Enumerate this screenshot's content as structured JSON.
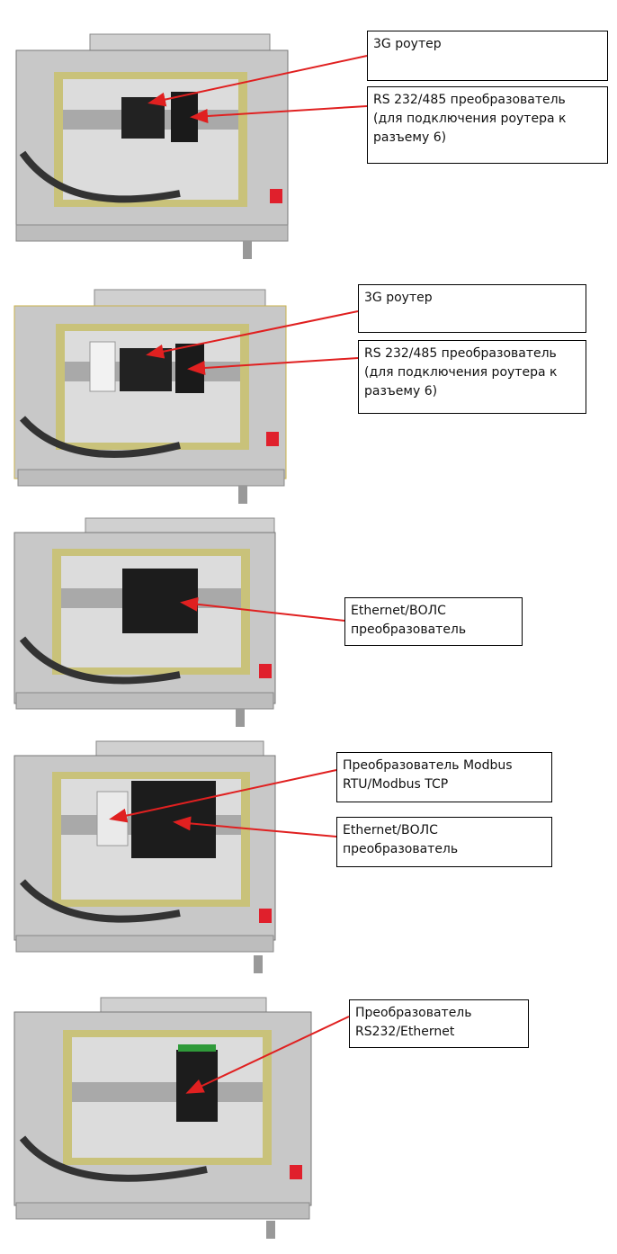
{
  "panels": [
    {
      "callouts": [
        {
          "text": "3G роутер"
        },
        {
          "text": "RS 232/485 преобразователь\n(для подключения роутера к\nразъему 6)"
        }
      ]
    },
    {
      "callouts": [
        {
          "text": "3G роутер"
        },
        {
          "text": "RS 232/485 преобразователь\n(для подключения роутера к\nразъему 6)"
        }
      ]
    },
    {
      "callouts": [
        {
          "text": "Ethernet/ВОЛС\nпреобразователь"
        }
      ]
    },
    {
      "callouts": [
        {
          "text": "Преобразователь Modbus\nRTU/Modbus TCP"
        },
        {
          "text": "Ethernet/ВОЛС\nпреобразователь"
        }
      ]
    },
    {
      "callouts": [
        {
          "text": "Преобразователь\nRS232/Ethernet"
        }
      ]
    }
  ],
  "colors": {
    "arrow": "#e02020",
    "enclosure": "#c8c8c8",
    "plate": "#dedede",
    "frame": "#c9c27a",
    "device": "#1c1c1c"
  }
}
